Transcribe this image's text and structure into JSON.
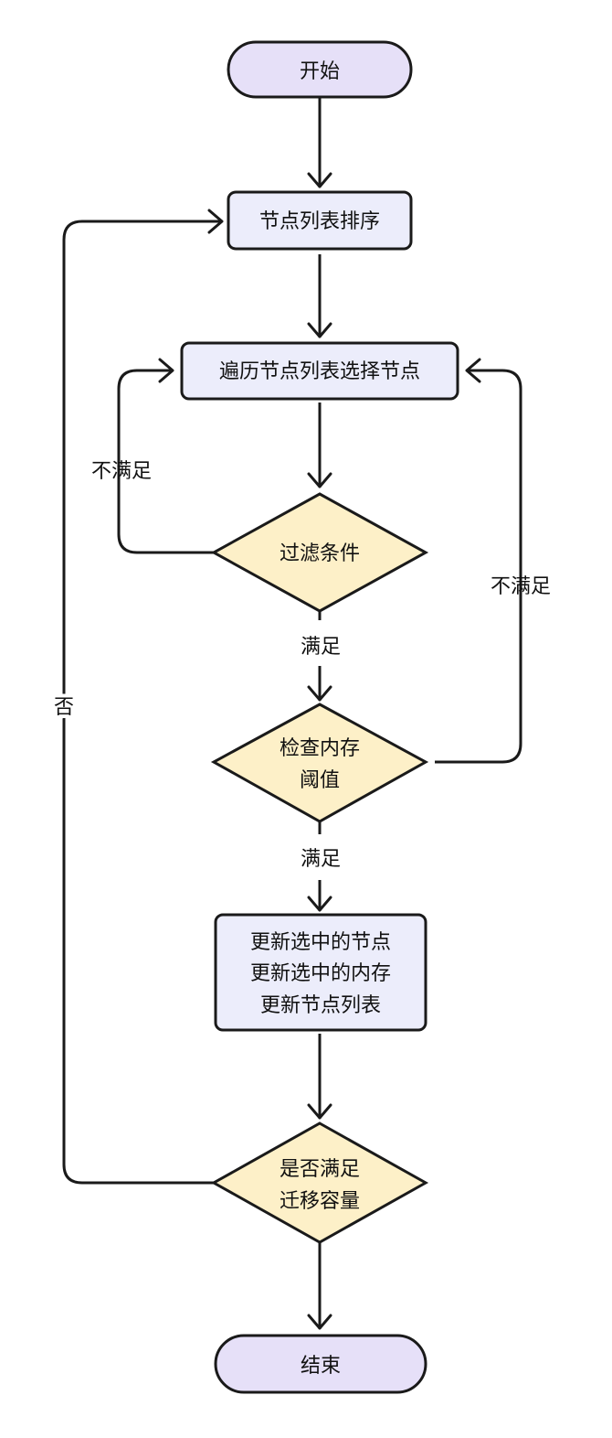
{
  "colors": {
    "terminal_fill": "#e6e0f8",
    "process_fill": "#ecedfb",
    "decision_fill": "#fdf0c8",
    "stroke": "#1a1a1a"
  },
  "nodes": {
    "start": "开始",
    "sort": "节点列表排序",
    "iterate": "遍历节点列表选择节点",
    "filter": "过滤条件",
    "check_memory": [
      "检查内存",
      "阈值"
    ],
    "update": [
      "更新选中的节点",
      "更新选中的内存",
      "更新节点列表"
    ],
    "migration_check": [
      "是否满足",
      "迁移容量"
    ],
    "end": "结束"
  },
  "edges": {
    "filter_no": "不满足",
    "filter_yes": "满足",
    "memory_no": "不满足",
    "memory_yes": "满足",
    "migration_no": "否"
  }
}
